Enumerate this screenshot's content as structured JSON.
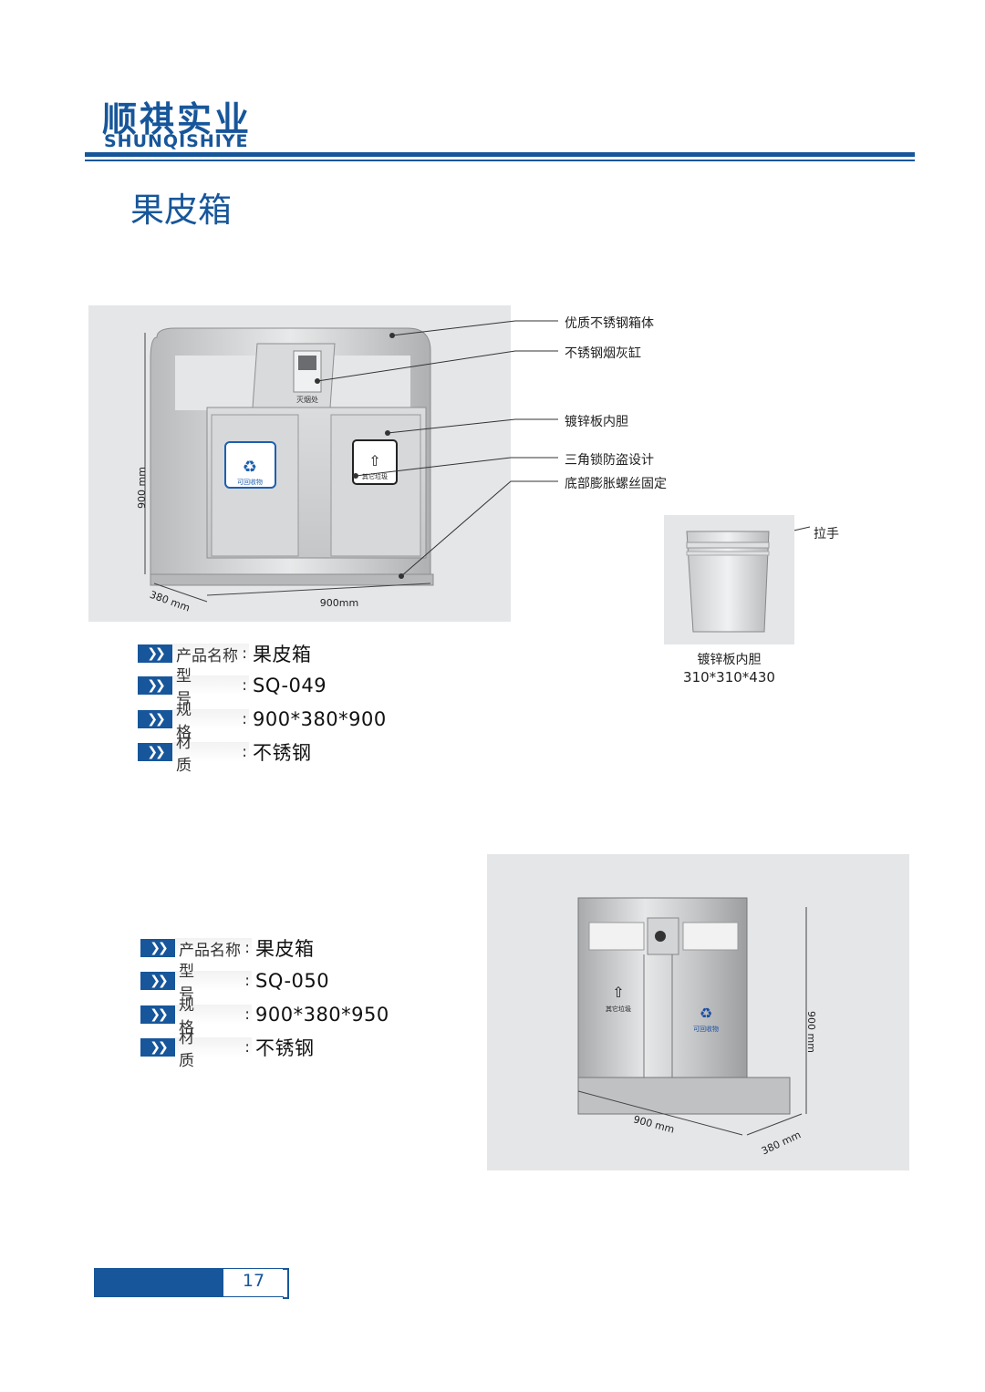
{
  "header": {
    "brand_cn": "顺祺实业",
    "brand_en": "SHUNQISHIYE",
    "section_title": "果皮箱"
  },
  "product1": {
    "specs": [
      {
        "label": "产品名称",
        "value": "果皮箱"
      },
      {
        "label": "型号",
        "value": "SQ-049"
      },
      {
        "label": "规格",
        "value": "900*380*900"
      },
      {
        "label": "材质",
        "value": "不锈钢"
      }
    ],
    "callouts": [
      "优质不锈钢箱体",
      "不锈钢烟灰缸",
      "镀锌板内胆",
      "三角锁防盗设计",
      "底部膨胀螺丝固定"
    ],
    "dims": {
      "height": "900 mm",
      "depth": "380 mm",
      "width": "900mm"
    },
    "ashtray_sign": "灭烟处",
    "left_sign": "可回收物",
    "right_sign": "其它垃圾",
    "inner_bin": {
      "handle_label": "拉手",
      "caption": "镀锌板内胆",
      "size": "310*310*430"
    }
  },
  "product2": {
    "specs": [
      {
        "label": "产品名称",
        "value": "果皮箱"
      },
      {
        "label": "型号",
        "value": "SQ-050"
      },
      {
        "label": "规格",
        "value": "900*380*950"
      },
      {
        "label": "材质",
        "value": "不锈钢"
      }
    ],
    "dims": {
      "height": "900 mm",
      "width": "900 mm",
      "depth": "380 mm"
    },
    "left_sign": "其它垃圾",
    "right_sign": "可回收物"
  },
  "footer": {
    "page_number": "17"
  },
  "colors": {
    "brand_blue": "#17569a",
    "photo_bg": "#e5e6e8",
    "steel": "#c9cbcd"
  },
  "icons": {
    "spec_bullet": "double-chevron-right-icon",
    "recycle": "recycle-icon"
  }
}
